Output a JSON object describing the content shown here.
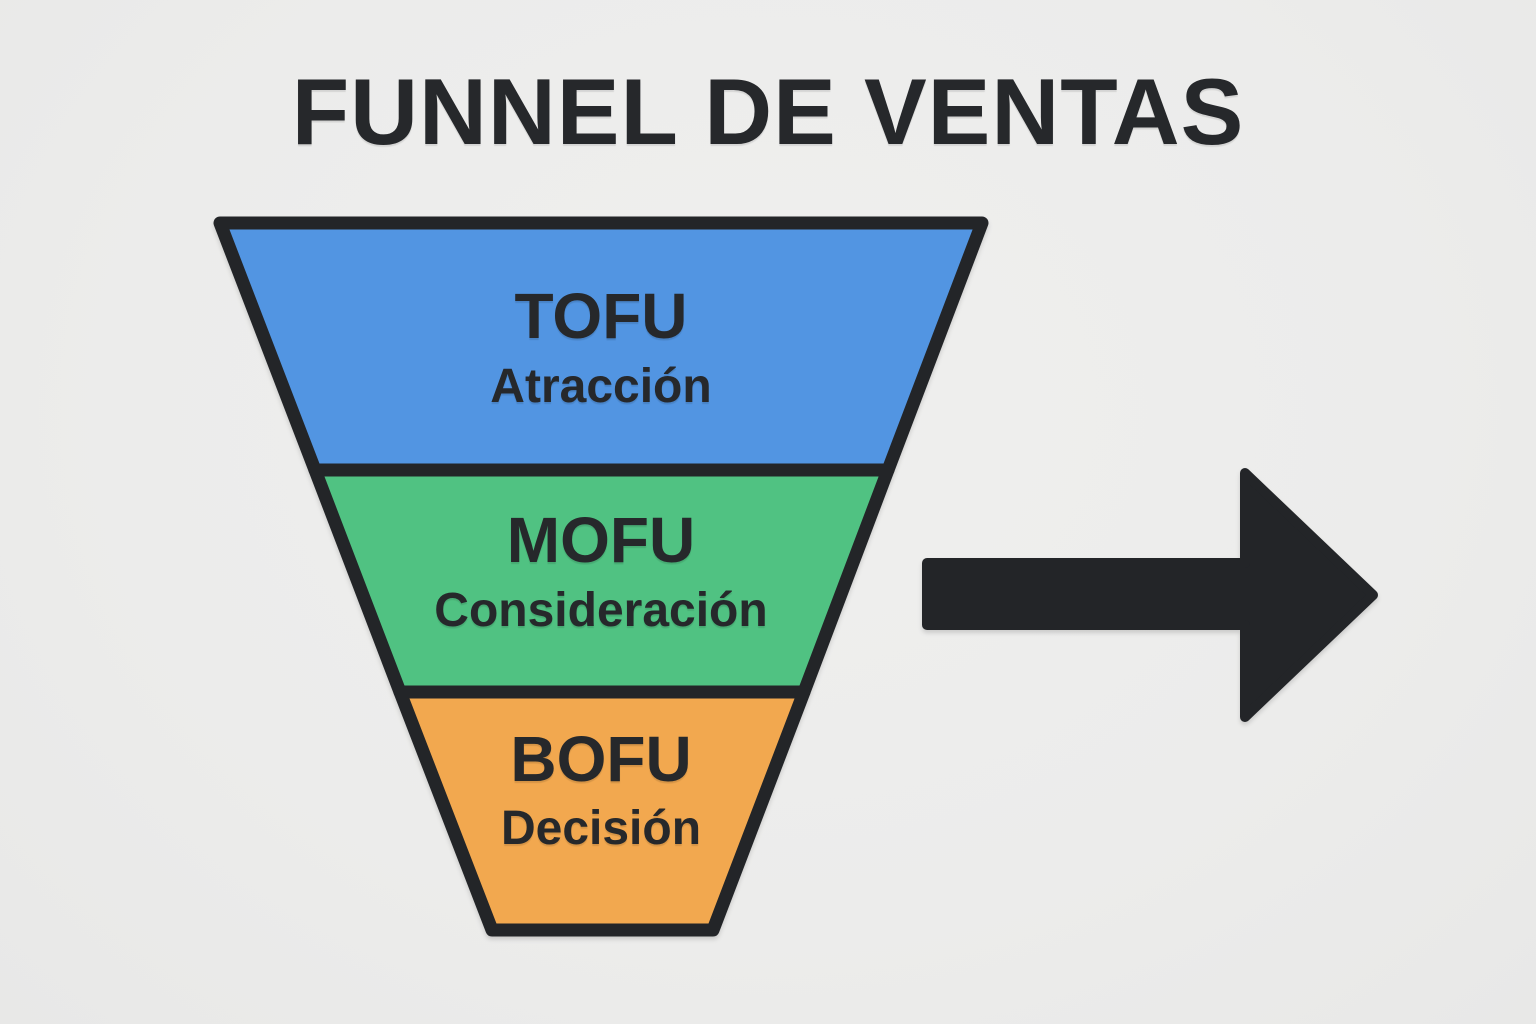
{
  "title": "FUNNEL DE VENTAS",
  "funnel": {
    "segments": [
      {
        "id": "tofu",
        "label": "TOFU",
        "sublabel": "Atracción",
        "color": "#5295e2"
      },
      {
        "id": "mofu",
        "label": "MOFU",
        "sublabel": "Consideración",
        "color": "#50c282"
      },
      {
        "id": "bofu",
        "label": "BOFU",
        "sublabel": "Decisión",
        "color": "#f2a84f"
      }
    ],
    "outline_color": "#232528"
  },
  "arrow": {
    "direction": "right",
    "color": "#232528"
  },
  "colors": {
    "background": "#ececeb",
    "text": "#26282b"
  }
}
